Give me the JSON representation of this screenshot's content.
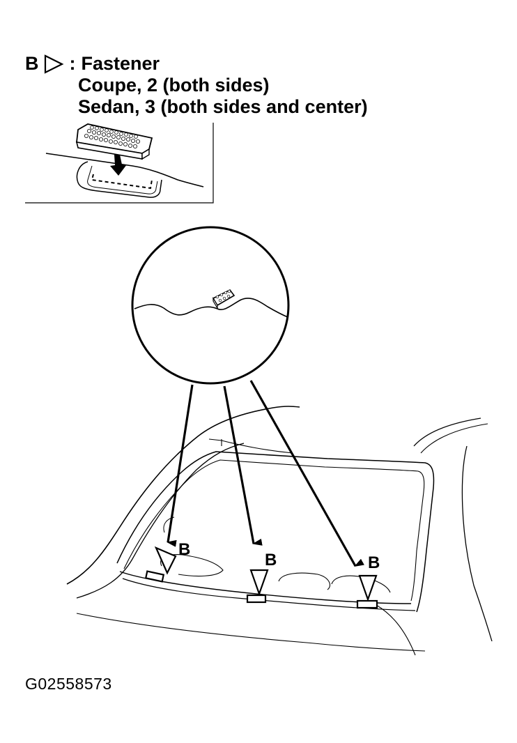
{
  "legend": {
    "key_letter": "B",
    "key_separator": ":",
    "title": "Fastener",
    "line_coupe": "Coupe, 2 (both sides)",
    "line_sedan": "Sedan, 3 (both sides and center)"
  },
  "callouts": [
    {
      "label": "B"
    },
    {
      "label": "B"
    },
    {
      "label": "B"
    }
  ],
  "figure_id": "G02558573"
}
